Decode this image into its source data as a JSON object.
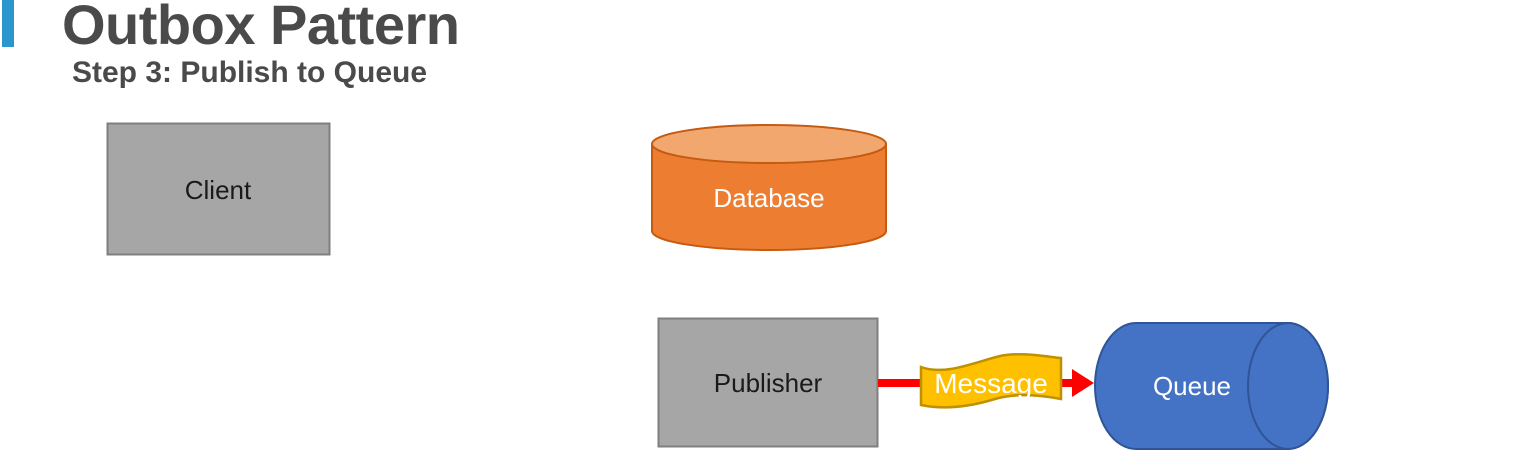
{
  "header": {
    "title": "Outbox Pattern",
    "subtitle": "Step 3: Publish to Queue",
    "accent_color": "#2D95CE",
    "title_color": "#4A4A4A"
  },
  "diagram": {
    "client": {
      "label": "Client",
      "fill": "#A6A6A6",
      "stroke": "#7F7F7F",
      "label_color": "#1A1A1A"
    },
    "database": {
      "label": "Database",
      "fill": "#ED7D31",
      "top_fill": "#F2A76F",
      "stroke": "#C55A11",
      "label_color": "#FFFFFF"
    },
    "publisher": {
      "label": "Publisher",
      "fill": "#A6A6A6",
      "stroke": "#7F7F7F",
      "label_color": "#1A1A1A"
    },
    "message": {
      "label": "Message",
      "fill": "#FFC000",
      "stroke": "#BF9000",
      "label_color": "#FFFFFF"
    },
    "queue": {
      "label": "Queue",
      "fill": "#4472C4",
      "stroke": "#2F5597",
      "label_color": "#FFFFFF"
    },
    "arrow": {
      "color": "#FF0000"
    }
  }
}
